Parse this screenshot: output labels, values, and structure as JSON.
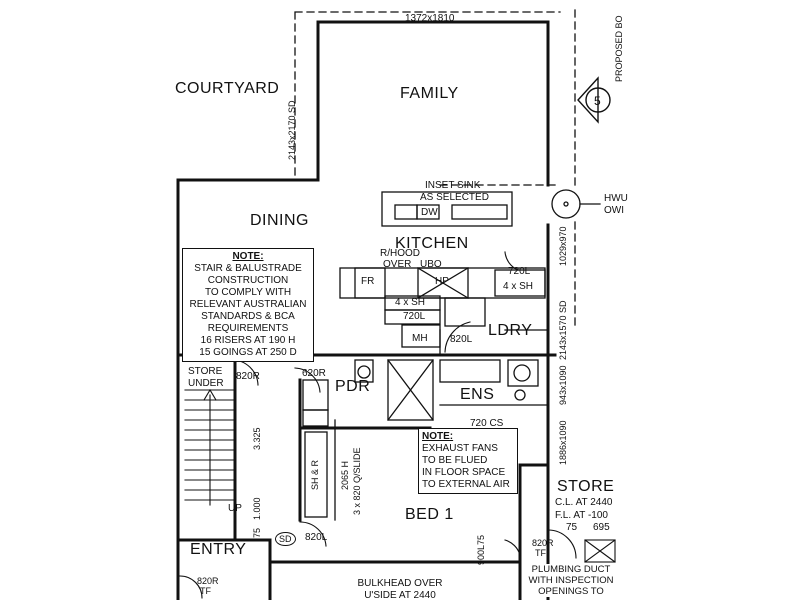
{
  "rooms": {
    "courtyard": "COURTYARD",
    "family": "FAMILY",
    "dining": "DINING",
    "kitchen": "KITCHEN",
    "ldry": "LDRY",
    "pdr": "PDR",
    "ens": "ENS",
    "bed1": "BED 1",
    "entry": "ENTRY",
    "store": "STORE",
    "store_under_1": "STORE",
    "store_under_2": "UNDER"
  },
  "labels": {
    "top_dim": "1372x1810",
    "proposed": "PROPOSED BO",
    "courtyard_window": "2143x2170 SD",
    "section_marker": "5",
    "inset_sink_1": "INSET SINK",
    "inset_sink_2": "AS SELECTED",
    "dw": "DW",
    "hwu_1": "HWU",
    "hwu_2": "OWI",
    "window_kitchen": "1029x970",
    "rhood_1": "R/HOOD",
    "rhood_2": "OVER",
    "ubo": "UBO",
    "fr": "FR",
    "hp": "HP",
    "c720l_kitchen": "720L",
    "c4xsh_right": "4 x SH",
    "c4xsh_left": "4 x SH",
    "c720l_ldry": "720L",
    "mh": "MH",
    "c820l_ldry": "820L",
    "window_ldry": "2143x1570 SD",
    "store_door": "820R",
    "pdr_door": "620R",
    "stair_dim": "3.325",
    "window_ens": "943x1090",
    "cs720": "720 CS",
    "window_bed": "1886x1090",
    "sh_r": "SH & R",
    "h2065": "2065 H",
    "qslide": "3 x 820 Q/SLIDE",
    "up": "UP",
    "d1000": "1.000",
    "d75": "75",
    "sd": "SD",
    "c820l_entry": "820L",
    "c820r_tf_1": "820R",
    "c820r_tf_2": "TF",
    "c820r_tf_b1": "820R",
    "c820r_tf_b2": "TF",
    "s900": "900L75",
    "store_cl": "C.L. AT 2440",
    "store_fl": "F.L. AT -100",
    "store_75": "75",
    "store_695": "695"
  },
  "notes": {
    "stair": {
      "heading": "NOTE:",
      "lines": [
        "STAIR & BALUSTRADE",
        "CONSTRUCTION",
        "TO COMPLY WITH",
        "RELEVANT AUSTRALIAN",
        "STANDARDS & BCA",
        "REQUIREMENTS",
        "16 RISERS AT 190 H",
        "15 GOINGS AT 250 D"
      ]
    },
    "exhaust": {
      "heading": "NOTE:",
      "lines": [
        "EXHAUST FANS",
        "TO BE FLUED",
        "IN FLOOR SPACE",
        "TO EXTERNAL AIR"
      ]
    },
    "plumbing": {
      "lines": [
        "PLUMBING DUCT",
        "WITH INSPECTION",
        "OPENINGS TO"
      ]
    },
    "bulkhead": {
      "lines": [
        "BULKHEAD OVER",
        "U'SIDE AT 2440"
      ]
    }
  }
}
